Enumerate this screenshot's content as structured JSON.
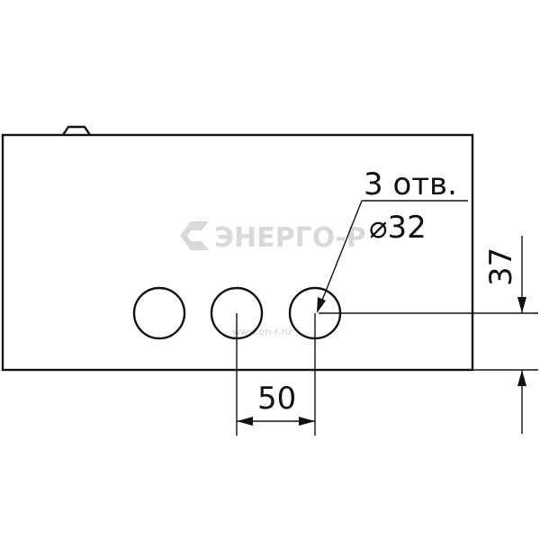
{
  "callout": {
    "holes_label": "3 отв.",
    "diameter_symbol": "⌀",
    "diameter_value": "32"
  },
  "dimensions": {
    "spacing": "50",
    "height": "37"
  },
  "watermark": {
    "brand": "ЭНЕРГО-Р",
    "url": "www.en-r.ru",
    "color": "#d9d9d9"
  },
  "colors": {
    "line": "#111111",
    "background": "#ffffff"
  }
}
